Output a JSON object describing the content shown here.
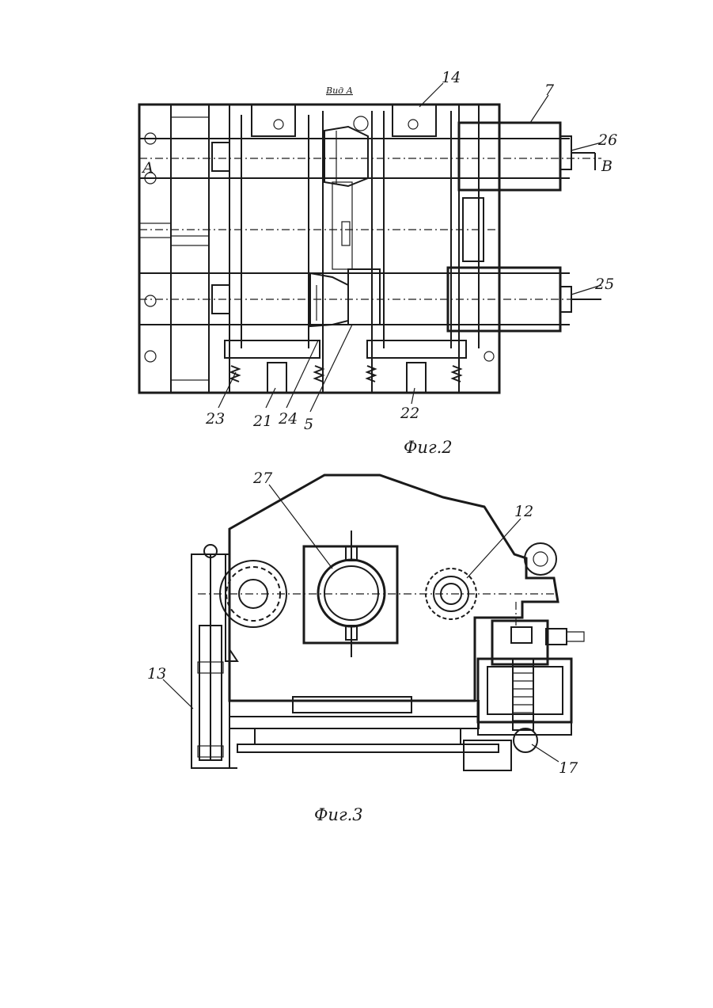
{
  "figure2": {
    "view_label": "Вид А",
    "caption": "Фиг.2",
    "markers": [
      "14",
      "7",
      "26",
      "25",
      "23",
      "21",
      "24",
      "5",
      "22"
    ],
    "arrow_label": "В",
    "side_letter": "А"
  },
  "figure3": {
    "caption": "Фиг.3",
    "markers": [
      "27",
      "12",
      "13",
      "17"
    ]
  }
}
